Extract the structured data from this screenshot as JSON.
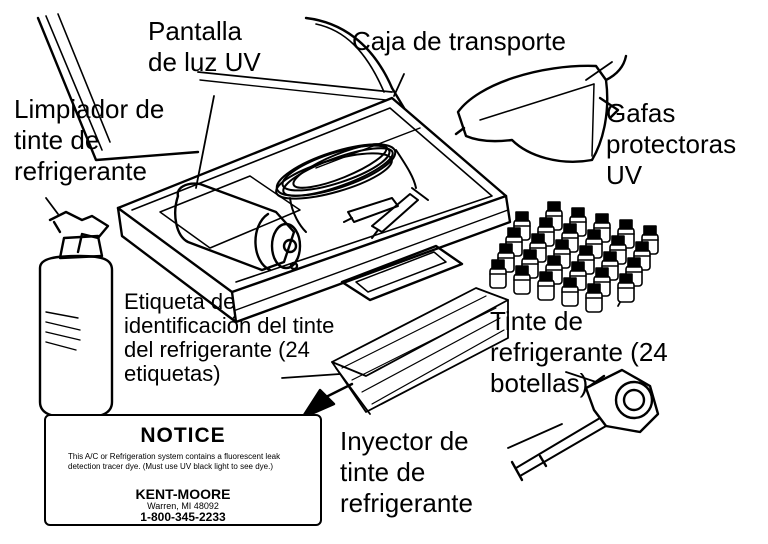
{
  "labels": {
    "uv_light": [
      "Pantalla",
      "de luz UV"
    ],
    "case": [
      "Caja de transporte"
    ],
    "cleaner": [
      "Limpiador de",
      "tinte de",
      "refrigerante"
    ],
    "goggles": [
      "Gafas",
      "protectoras",
      "UV"
    ],
    "dye_bottles": [
      "Tinte de",
      "refrigerante (24",
      "botellas)"
    ],
    "id_label": [
      "Etiqueta de",
      "identificación del tinte",
      "del refrigerante (24",
      "etiquetas)"
    ],
    "injector": [
      "Inyector de",
      "tinte de",
      "refrigerante"
    ]
  },
  "notice": {
    "title": "NOTICE",
    "body": "This A/C or Refrigeration system contains a fluorescent leak detection tracer dye. (Must use UV black light to see dye.)",
    "brand": "KENT-MOORE",
    "city": "Warren, MI 48092",
    "phone": "1-800-345-2233"
  }
}
